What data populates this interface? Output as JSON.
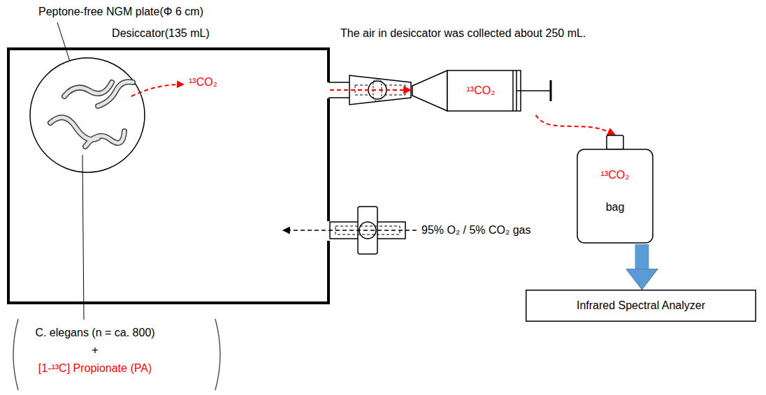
{
  "diagram": {
    "nodes": [
      {
        "text": [
          "Desiccator(135 mL)"
        ]
      },
      {
        "text": [
          "¹³CO₂"
        ]
      },
      {
        "text": [
          "¹³CO₂",
          "bag"
        ]
      },
      {
        "text": [
          "Infrared Spectral Analyzer"
        ]
      },
      {
        "text": [
          "C. elegans (n = ca. 800)",
          "+",
          "[1-¹³C] Propionate (PA)"
        ]
      }
    ],
    "edges": [
      {
        "from": 0,
        "to": 1,
        "arrow": "to"
      },
      {
        "from": 1,
        "to": 2,
        "arrow": "to"
      },
      {
        "from": 2,
        "to": 3,
        "arrow": "to"
      }
    ],
    "labels": [
      "Peptone-free NGM plate(Φ 6 cm)",
      "The air in desiccator was collected about 250 mL.",
      "¹³CO₂",
      "95% O₂ / 5% CO₂ gas"
    ]
  }
}
